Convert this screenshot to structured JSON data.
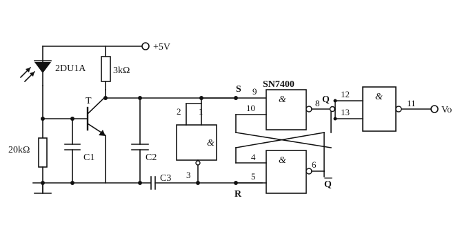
{
  "labels": {
    "supply": "+5V",
    "photodiode": "2DU1A",
    "r_collector": "3kΩ",
    "r_base": "20kΩ",
    "transistor": "T",
    "c1": "C1",
    "c2": "C2",
    "c3": "C3",
    "ic": "SN7400",
    "set": "S",
    "reset": "R",
    "q": "Q",
    "q_bar": "Q",
    "output": "Vo",
    "gate_symbol": "&"
  },
  "pins": {
    "g1_in2": "2",
    "g1_in1": "1",
    "g1_out": "3",
    "g2_in9": "9",
    "g2_in10": "10",
    "g2_out": "8",
    "g3_in4": "4",
    "g3_in5": "5",
    "g3_out": "6",
    "g4_in12": "12",
    "g4_in13": "13",
    "g4_out": "11"
  }
}
